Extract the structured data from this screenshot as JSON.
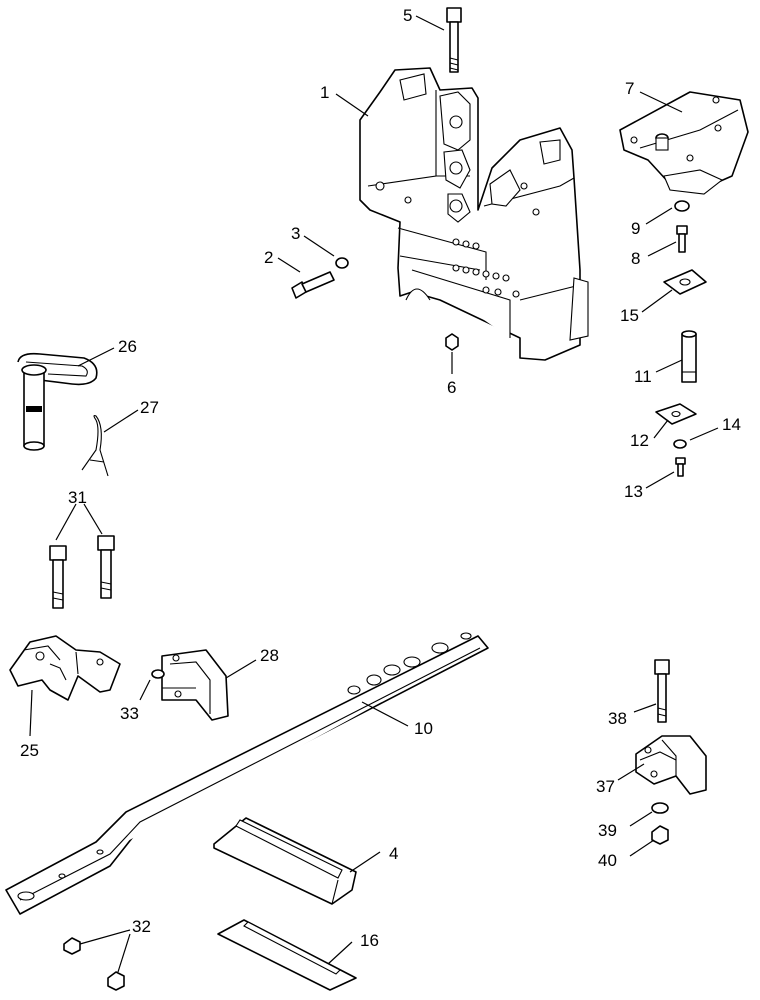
{
  "callouts": {
    "c1": "1",
    "c2": "2",
    "c3": "3",
    "c4": "4",
    "c5": "5",
    "c6": "6",
    "c7": "7",
    "c8": "8",
    "c9": "9",
    "c10": "10",
    "c11": "11",
    "c12": "12",
    "c13": "13",
    "c14": "14",
    "c15": "15",
    "c16": "16",
    "c25": "25",
    "c26": "26",
    "c27": "27",
    "c28": "28",
    "c31": "31",
    "c32": "32",
    "c33": "33",
    "c37": "37",
    "c38": "38",
    "c39": "39",
    "c40": "40"
  }
}
